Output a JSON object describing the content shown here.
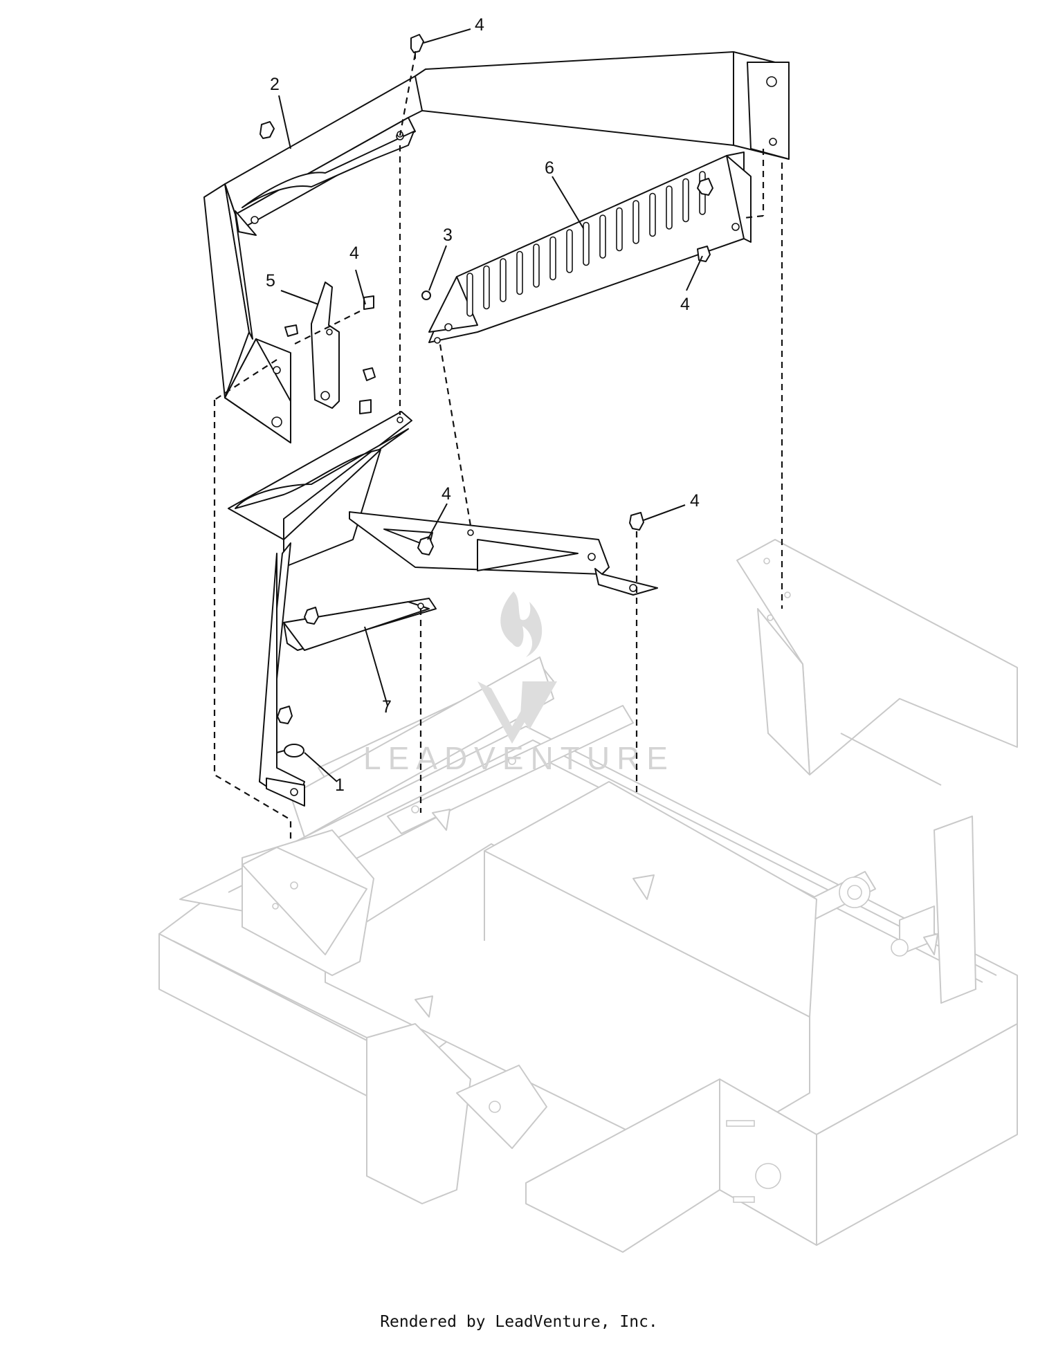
{
  "diagram": {
    "callouts": [
      {
        "id": "c4-top",
        "label": "4"
      },
      {
        "id": "c2",
        "label": "2"
      },
      {
        "id": "c6",
        "label": "6"
      },
      {
        "id": "c3",
        "label": "3"
      },
      {
        "id": "c4-left",
        "label": "4"
      },
      {
        "id": "c5",
        "label": "5"
      },
      {
        "id": "c4-right",
        "label": "4"
      },
      {
        "id": "c4-mid",
        "label": "4"
      },
      {
        "id": "c4-midright",
        "label": "4"
      },
      {
        "id": "c7",
        "label": "7"
      },
      {
        "id": "c1",
        "label": "1"
      }
    ],
    "watermark": "LEADVENTURE",
    "colors": {
      "parts": "#111111",
      "frame": "#c9c9c9",
      "watermark": "#d4d4d4"
    }
  },
  "footer": {
    "text": "Rendered by LeadVenture, Inc."
  }
}
